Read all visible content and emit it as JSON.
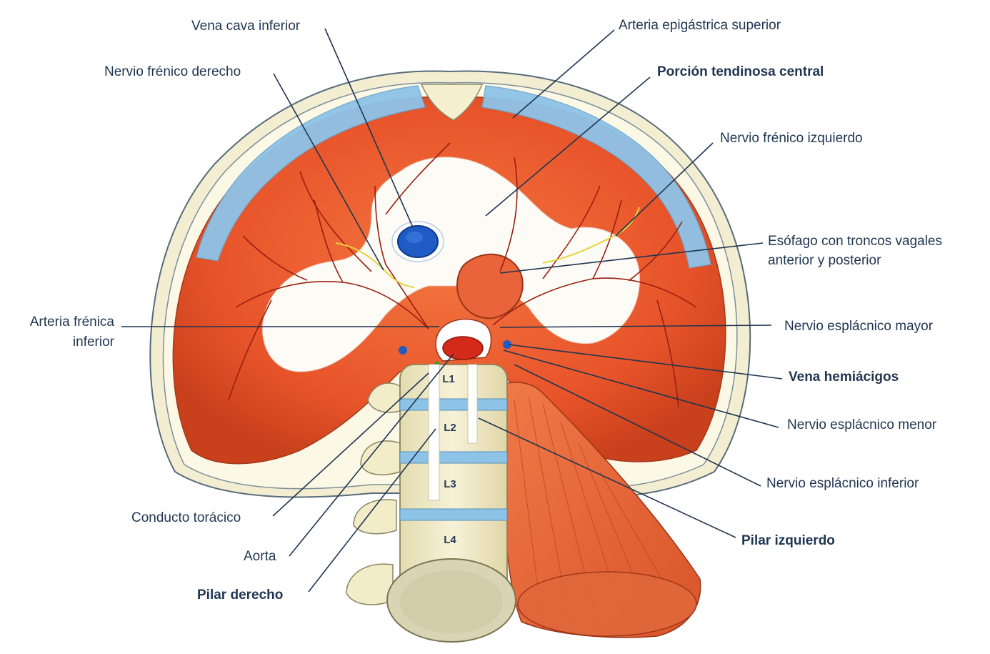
{
  "labels": {
    "vena_cava": "Vena cava inferior",
    "arteria_epigastrica": "Arteria epigástrica superior",
    "nervio_frenico_der": "Nervio frénico derecho",
    "porcion_tendinosa": "Porción tendinosa central",
    "nervio_frenico_izq": "Nervio frénico izquierdo",
    "esofago_l1": "Esófago con troncos vagales",
    "esofago_l2": "anterior y posterior",
    "arteria_frenica_l1": "Arteria frénica",
    "arteria_frenica_l2": "inferior",
    "esplacnico_mayor": "Nervio esplácnico mayor",
    "vena_hemiacigos": "Vena hemiácigos",
    "esplacnico_menor": "Nervio esplácnico menor",
    "esplacnico_inferior": "Nervio esplácnico inferior",
    "pilar_izquierdo": "Pilar izquierdo",
    "conducto_toracico": "Conducto torácico",
    "aorta": "Aorta",
    "pilar_derecho": "Pilar derecho"
  },
  "vertebrae": [
    "L1",
    "L2",
    "L3",
    "L4"
  ],
  "colors": {
    "muscle": "#e8542a",
    "tendon": "#ffffff",
    "vein": "#1f5bc4",
    "rib_cartilage": "#8ec3e8",
    "bone": "#f2ecc8",
    "leader": "#1f3550"
  }
}
